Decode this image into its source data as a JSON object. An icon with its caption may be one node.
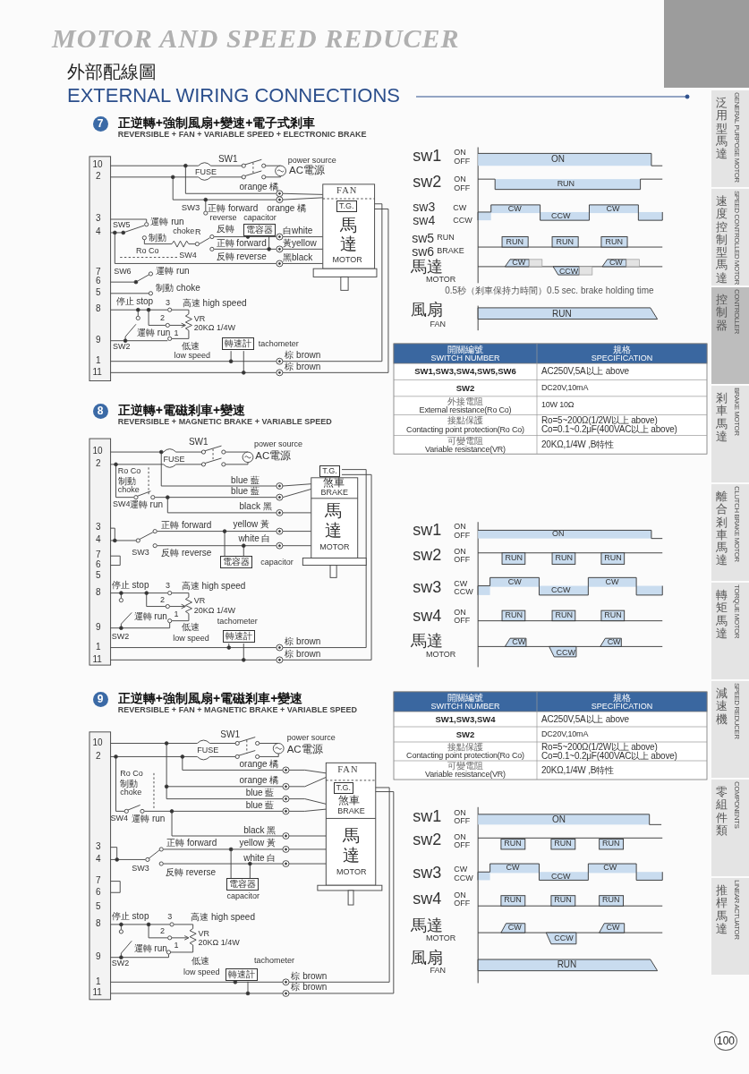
{
  "diagram": {
    "labels": [
      "MOTOR AND SPEED REDUCER",
      "外部配線圖",
      "EXTERNAL WIRING CONNECTIONS",
      "泛用型馬達",
      "GENERAL PURPOSE MOTOR",
      "速度控制型馬達",
      "SPEED CONTROLLED MOTOR",
      "控制器",
      "CONTROLLER",
      "剎車馬達",
      "BRAKE MOTOR",
      "離合剎車馬達",
      "CLUTCH BRAKE MOTOR",
      "轉矩馬達",
      "TORQUE MOTOR",
      "減速機",
      "SPEED REDUCER",
      "零組件類",
      "COMPONENTS",
      "推桿馬達",
      "LINEAR ACTUATOR",
      "100",
      "7",
      "正逆轉+強制風扇+變速+電子式剎車",
      "REVERSIBLE + FAN + VARIABLE SPEED + ELECTRONIC BRAKE",
      "10",
      "2",
      "3",
      "4",
      "7",
      "6",
      "5",
      "8",
      "9",
      "1",
      "11",
      "SW1",
      "power source",
      "FUSE",
      "AC電源",
      "orange 橘",
      "FAN",
      "SW3",
      "正轉 forward",
      "orange 橘",
      "T.G.",
      "reverse",
      "capacitor",
      "SW5",
      "運轉 run",
      "choke",
      "R",
      "反轉",
      "電容器",
      "白white",
      "馬",
      "制動",
      "正轉 forward",
      "黃yellow",
      "達",
      "Ro Co",
      "SW4",
      "反轉 reverse",
      "黑black",
      "MOTOR",
      "SW6",
      "運轉 run",
      "制動 choke",
      "停止 stop",
      "3",
      "高速 high speed",
      "2",
      "VR",
      "運轉 run",
      "1",
      "20KΩ 1/4W",
      "SW2",
      "低速",
      "轉速計",
      "tachometer",
      "low speed",
      "棕 brown",
      "棕 brown",
      "sw1",
      "ON",
      "OFF",
      "ON",
      "sw2",
      "ON",
      "OFF",
      "RUN",
      "sw3",
      "CW",
      "sw4",
      "CCW",
      "CW",
      "CCW",
      "CW",
      "sw5",
      "RUN",
      "sw6",
      "BRAKE",
      "RUN",
      "RUN",
      "RUN",
      "馬達",
      "MOTOR",
      "CW",
      "CCW",
      "CW",
      "0.5秒（剎車保持力時間）0.5 sec. brake holding time",
      "風扇",
      "FAN",
      "RUN",
      "開關編號",
      "SWITCH NUMBER",
      "規格",
      "SPECIFICATION",
      "SW1,SW3,SW4,SW5,SW6",
      "AC250V,5A以上 above",
      "SW2",
      "DC20V,10mA",
      "外接電阻",
      "External resistance(Ro Co)",
      "10W 10Ω",
      "接點保護",
      "Contacting point protection(Ro Co)",
      "Ro=5~200Ω(1/2W以上 above)",
      "Co=0.1~0.2μF(400VAC以上 above)",
      "可變電阻",
      "Variable resistance(VR)",
      "20KΩ,1/4W ,B特性",
      "8",
      "正逆轉+電磁剎車+變速",
      "REVERSIBLE + MAGNETIC BRAKE + VARIABLE SPEED",
      "10",
      "2",
      "3",
      "4",
      "7",
      "6",
      "5",
      "8",
      "9",
      "1",
      "11",
      "SW1",
      "power source",
      "FUSE",
      "AC電源",
      "Ro Co",
      "T.G.",
      "制動",
      "blue 藍",
      "煞車",
      "choke",
      "blue 藍",
      "BRAKE",
      "SW4",
      "運轉 run",
      "black 黑",
      "馬",
      "正轉 forward",
      "yellow 黃",
      "達",
      "white 白",
      "MOTOR",
      "SW3",
      "反轉 reverse",
      "電容器",
      "capacitor",
      "停止 stop",
      "3",
      "高速 high speed",
      "2",
      "VR",
      "運轉 run",
      "1",
      "20KΩ 1/4W",
      "tachometer",
      "低速",
      "轉速計",
      "SW2",
      "low speed",
      "棕 brown",
      "棕 brown",
      "sw1",
      "ON",
      "OFF",
      "ON",
      "sw2",
      "ON",
      "OFF",
      "RUN",
      "RUN",
      "RUN",
      "sw3",
      "CW",
      "CCW",
      "CW",
      "CCW",
      "CW",
      "sw4",
      "ON",
      "OFF",
      "RUN",
      "RUN",
      "RUN",
      "馬達",
      "MOTOR",
      "CW",
      "CCW",
      "CW",
      "開關編號",
      "SWITCH NUMBER",
      "規格",
      "SPECIFICATION",
      "SW1,SW3,SW4",
      "AC250V,5A以上 above",
      "SW2",
      "DC20V,10mA",
      "接點保護",
      "Contacting point protection(Ro Co)",
      "Ro=5~200Ω(1/2W以上 above)",
      "Co=0.1~0.2μF(400VAC以上 above)",
      "可變電阻",
      "Variable resistance(VR)",
      "20KΩ,1/4W ,B特性",
      "9",
      "正逆轉+強制風扇+電磁剎車+變速",
      "REVERSIBLE + FAN + MAGNETIC BRAKE + VARIABLE SPEED",
      "10",
      "2",
      "3",
      "4",
      "7",
      "6",
      "5",
      "8",
      "9",
      "1",
      "11",
      "SW1",
      "power source",
      "FUSE",
      "AC電源",
      "orange 橘",
      "FAN",
      "Ro Co",
      "制動",
      "orange 橘",
      "T.G.",
      "choke",
      "blue 藍",
      "煞車",
      "blue 藍",
      "BRAKE",
      "SW4",
      "運轉 run",
      "black 黑",
      "馬",
      "正轉 forward",
      "yellow 黃",
      "達",
      "white 白",
      "SW3",
      "反轉 reverse",
      "MOTOR",
      "電容器",
      "capacitor",
      "停止 stop",
      "3",
      "高速 high speed",
      "2",
      "VR",
      "運轉 run",
      "1",
      "20KΩ 1/4W",
      "SW2",
      "低速",
      "tachometer",
      "low speed",
      "轉速計",
      "棕 brown",
      "棕 brown",
      "sw1",
      "ON",
      "OFF",
      "ON",
      "sw2",
      "ON",
      "OFF",
      "RUN",
      "RUN",
      "RUN",
      "sw3",
      "CW",
      "CCW",
      "CW",
      "CCW",
      "CW",
      "sw4",
      "ON",
      "OFF",
      "RUN",
      "RUN",
      "RUN",
      "馬達",
      "MOTOR",
      "CW",
      "CCW",
      "CW",
      "風扇",
      "FAN",
      "RUN"
    ]
  }
}
